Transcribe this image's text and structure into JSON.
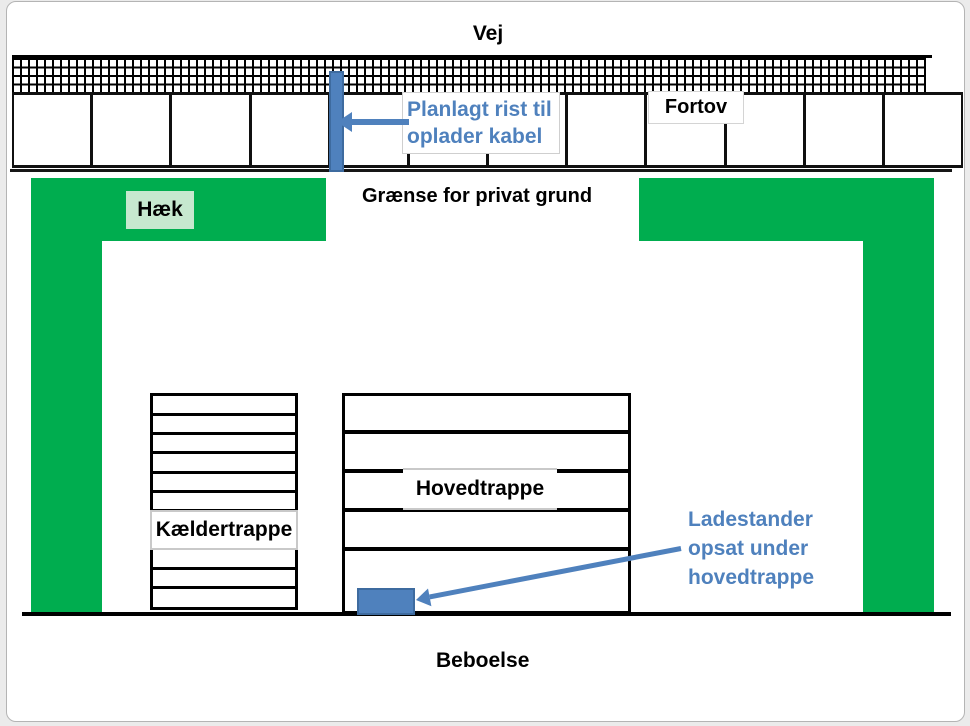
{
  "diagram": {
    "labels": {
      "road": "Vej",
      "sidewalk": "Fortov",
      "planned_grate_line1": "Planlagt rist til",
      "planned_grate_line2": "oplader kabel",
      "property_boundary": "Grænse for privat grund",
      "hedge": "Hæk",
      "basement_stairs": "Kældertrappe",
      "main_stairs": "Hovedtrappe",
      "charger_line1": "Ladestander",
      "charger_line2": "opsat under",
      "charger_line3": "hovedtrappe",
      "dwelling": "Beboelse"
    },
    "colors": {
      "hedge_green": "#00AD4F",
      "hedge_label_bg": "#C6E8CF",
      "accent_blue": "#4F81BD",
      "accent_blue_dark": "#3E6B9F"
    }
  }
}
